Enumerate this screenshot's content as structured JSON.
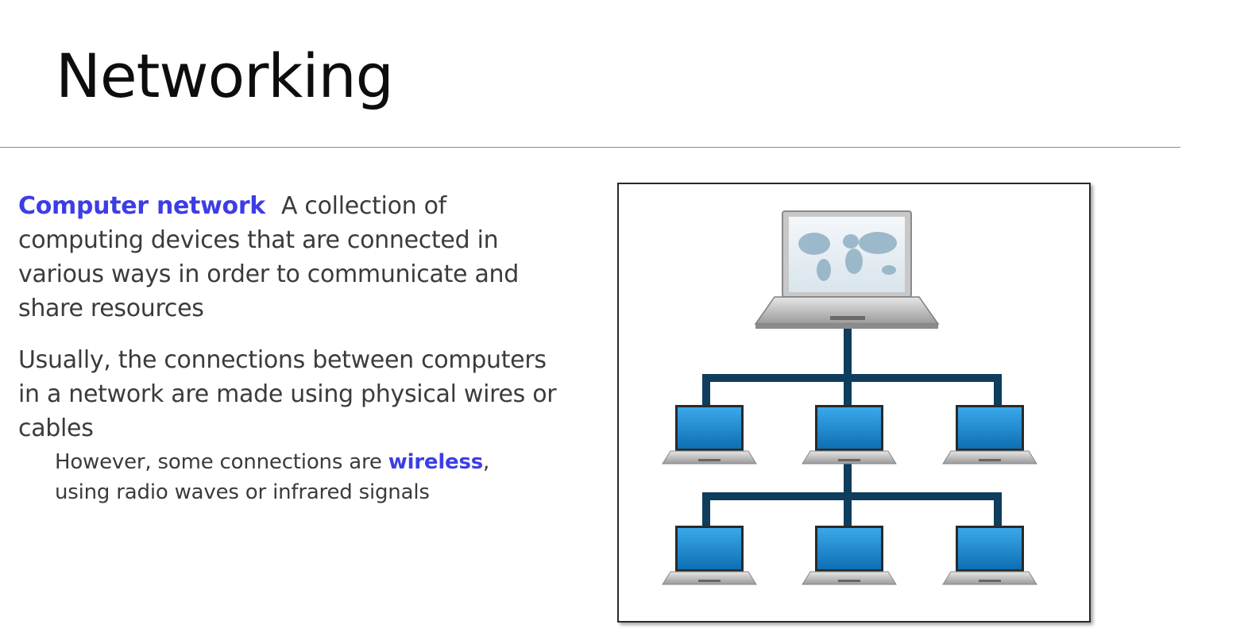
{
  "slide": {
    "title": "Networking"
  },
  "definition": {
    "term": "Computer network",
    "text": "A collection of computing devices that are connected in various ways in order to communicate and share resources"
  },
  "paragraph2": {
    "text": "Usually, the connections between computers in a network are made using physical wires or cables"
  },
  "subpoint": {
    "text_before": "However, some connections are ",
    "highlight": "wireless",
    "text_after": ",",
    "text_line2": "using radio waves or infrared signals"
  },
  "figure": {
    "cable_color": "#0f3d5c",
    "screen_color": "#1d8fd6",
    "highlight_color": "#3d3de6"
  }
}
